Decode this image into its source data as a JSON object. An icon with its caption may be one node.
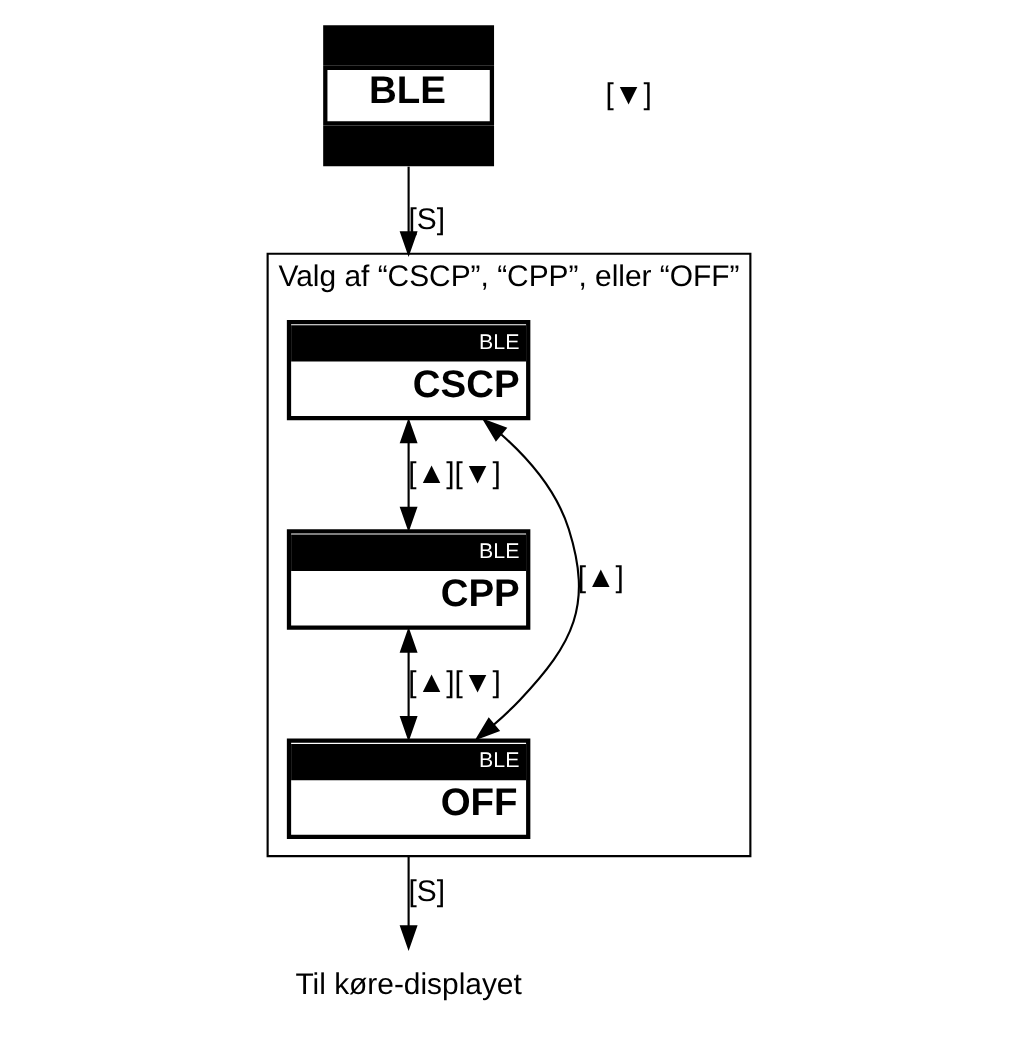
{
  "diagram": {
    "nodes": [
      {
        "text": [
          "Valg af “CSCP”, “CPP”, eller “OFF”"
        ]
      },
      {
        "text": [
          "BLE"
        ]
      },
      {
        "text": [
          "BLE",
          "CSCP"
        ],
        "in": 0
      },
      {
        "text": [
          "BLE",
          "CPP"
        ],
        "in": 0
      },
      {
        "text": [
          "BLE",
          "OFF"
        ],
        "in": 0
      },
      {
        "text": [
          "Til køre-displayet"
        ]
      }
    ],
    "edges": [
      {
        "from": 1,
        "to": 0,
        "arrow": "to",
        "label": "[S]"
      },
      {
        "from": 4,
        "to": 2,
        "arrow": "both",
        "label": "[▲]"
      },
      {
        "from": 2,
        "to": 3,
        "arrow": "both",
        "label": "[▲][▼]"
      },
      {
        "from": 3,
        "to": 4,
        "arrow": "both",
        "label": "[▲][▼]"
      },
      {
        "from": 0,
        "to": 5,
        "arrow": "to",
        "label": "[S]"
      }
    ],
    "labels": [
      "[▼]"
    ]
  }
}
